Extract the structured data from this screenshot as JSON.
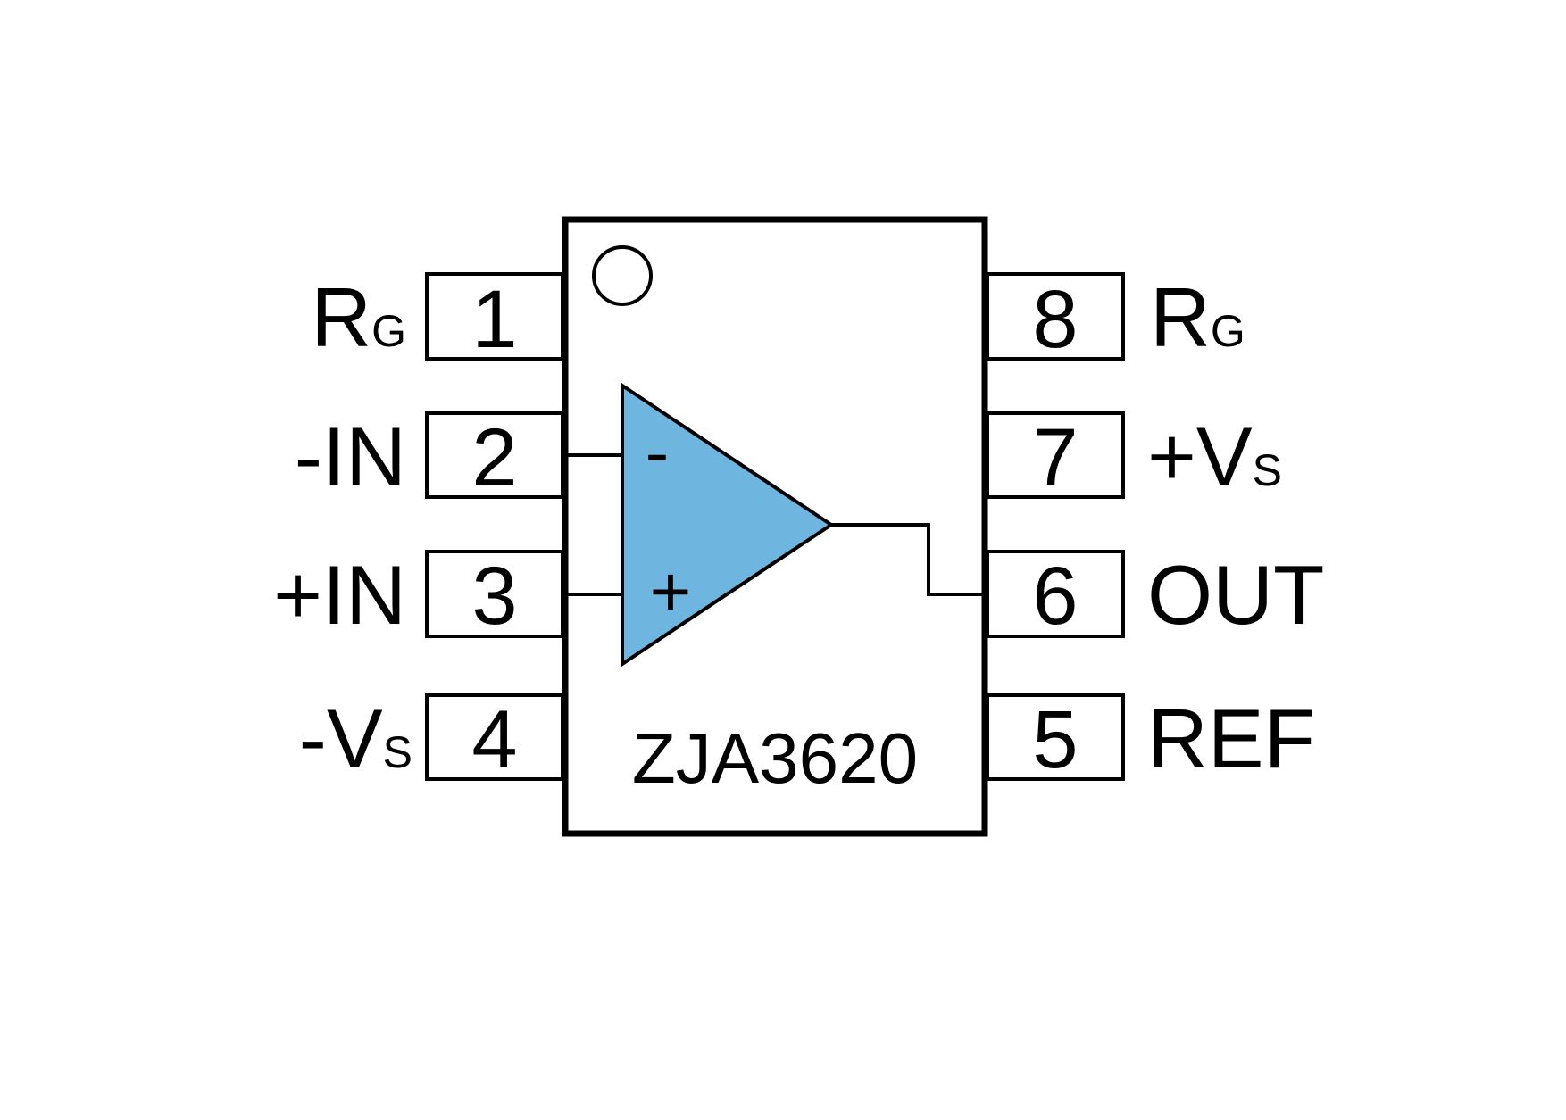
{
  "part_number": "ZJA3620",
  "colors": {
    "amplifier_fill": "#6EB5E0",
    "outline": "#000000",
    "background": "#FFFFFF"
  },
  "amplifier": {
    "inverting_symbol": "-",
    "noninverting_symbol": "+"
  },
  "pins": [
    {
      "number": "1",
      "label": "R",
      "sub": "G",
      "side": "left"
    },
    {
      "number": "2",
      "label": "-IN",
      "sub": "",
      "side": "left"
    },
    {
      "number": "3",
      "label": "+IN",
      "sub": "",
      "side": "left"
    },
    {
      "number": "4",
      "label": "-V",
      "sub": "S",
      "side": "left"
    },
    {
      "number": "8",
      "label": "R",
      "sub": "G",
      "side": "right"
    },
    {
      "number": "7",
      "label": "+V",
      "sub": "S",
      "side": "right"
    },
    {
      "number": "6",
      "label": "OUT",
      "sub": "",
      "side": "right"
    },
    {
      "number": "5",
      "label": "REF",
      "sub": "",
      "side": "right"
    }
  ]
}
